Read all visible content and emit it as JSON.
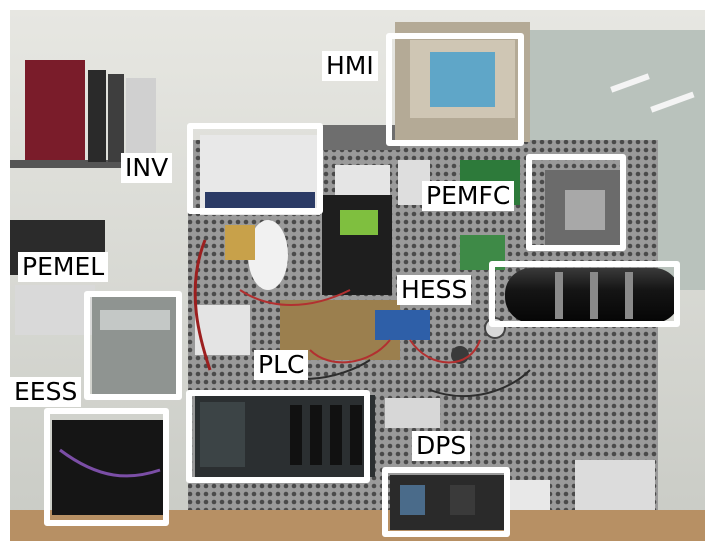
{
  "labels": {
    "hmi": "HMI",
    "inv": "INV",
    "pemfc": "PEMFC",
    "pemel": "PEMEL",
    "hess": "HESS",
    "plc": "PLC",
    "eess": "EESS",
    "dps": "DPS"
  },
  "colors": {
    "highlight_box": "#ffffff",
    "label_background": "#ffffff",
    "label_text": "#000000",
    "perforated_panel": "#8e8e8e",
    "hydrogen_tank": "#1a1a1a"
  }
}
